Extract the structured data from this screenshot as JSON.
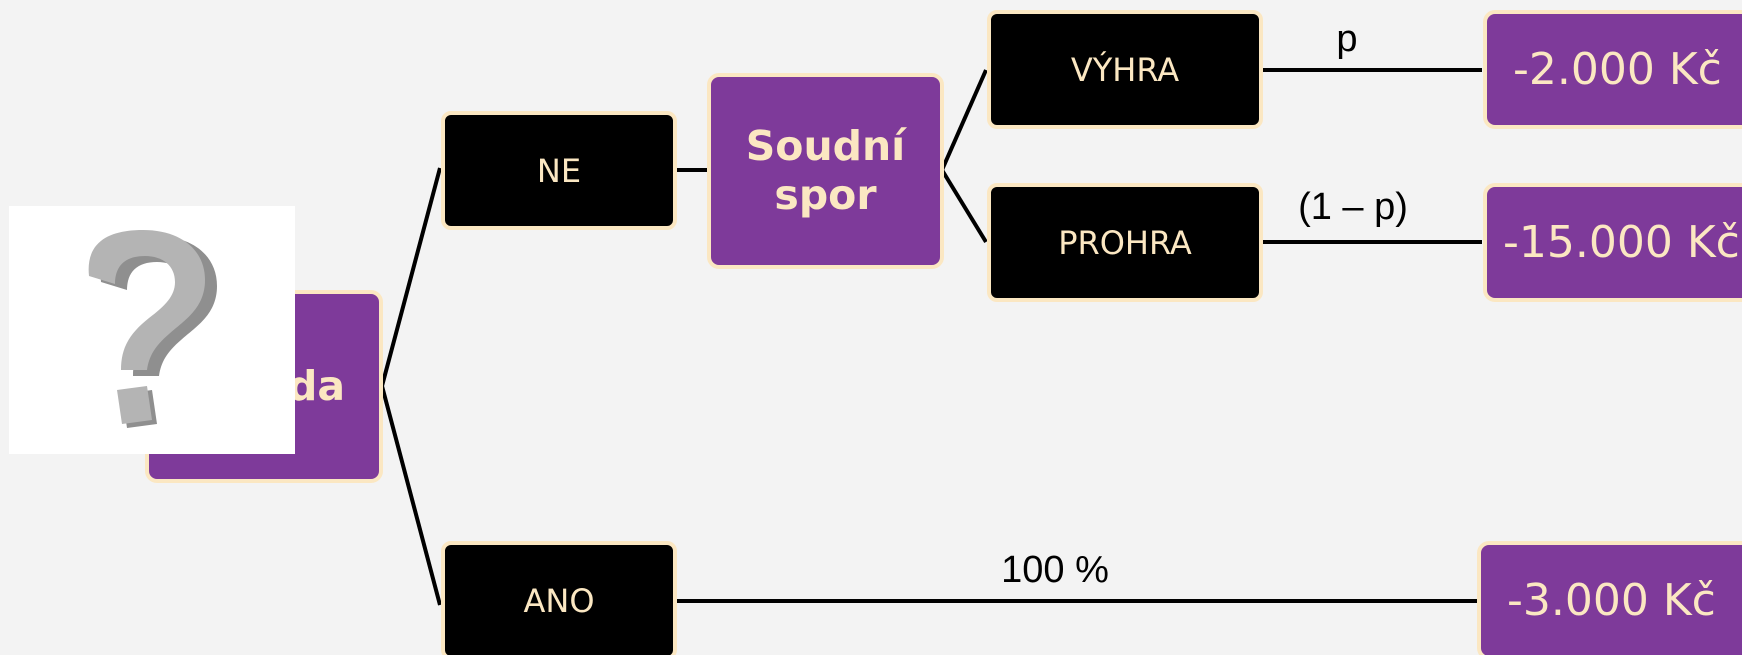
{
  "diagram": {
    "root_node": {
      "label": "da"
    },
    "question_icon": "question-mark-icon",
    "nodes": {
      "ne": "NE",
      "ano": "ANO",
      "soudni_spor_line1": "Soudní",
      "soudni_spor_line2": "spor",
      "vyhra": "VÝHRA",
      "prohra": "PROHRA"
    },
    "edge_labels": {
      "p": "p",
      "one_minus_p": "(1 – p)",
      "hundred_percent": "100 %"
    },
    "outcomes": {
      "vyhra_value": "-2.000 Kč",
      "prohra_value": "-15.000 Kč",
      "ano_value": "-3.000 Kč"
    }
  },
  "colors": {
    "background": "#f3f3f3",
    "purple": "#7e3a9a",
    "black": "#000000",
    "border_cream": "#fbe7c2",
    "icon_gray": "#a9a9a9"
  }
}
